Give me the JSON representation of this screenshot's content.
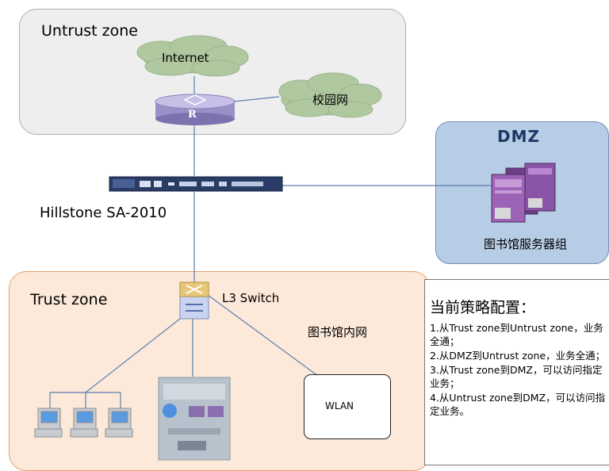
{
  "zones": {
    "untrust": "Untrust zone",
    "trust": "Trust zone",
    "dmz": "DMZ"
  },
  "clouds": {
    "internet": "Internet",
    "campus": "校园网"
  },
  "devices": {
    "firewall": "Hillstone SA-2010",
    "l3_switch": "L3 Switch",
    "library_lan": "图书馆内网",
    "wlan": "WLAN",
    "server_group": "图书馆服务器组"
  },
  "policy": {
    "title": "当前策略配置：",
    "items": [
      "1.从Trust zone到Untrust zone，业务全通；",
      "2.从DMZ到Untrust zone，业务全通；",
      "3.从Trust zone到DMZ，可以访问指定业务；",
      "4.从Untrust zone到DMZ，可以访问指定业务。"
    ]
  },
  "colors": {
    "untrust_bg": "#eeeeee",
    "trust_bg": "#fce9d9",
    "dmz_bg": "#b7cde6",
    "link": "#5b7fb0",
    "dmz_title": "#1f3864"
  }
}
